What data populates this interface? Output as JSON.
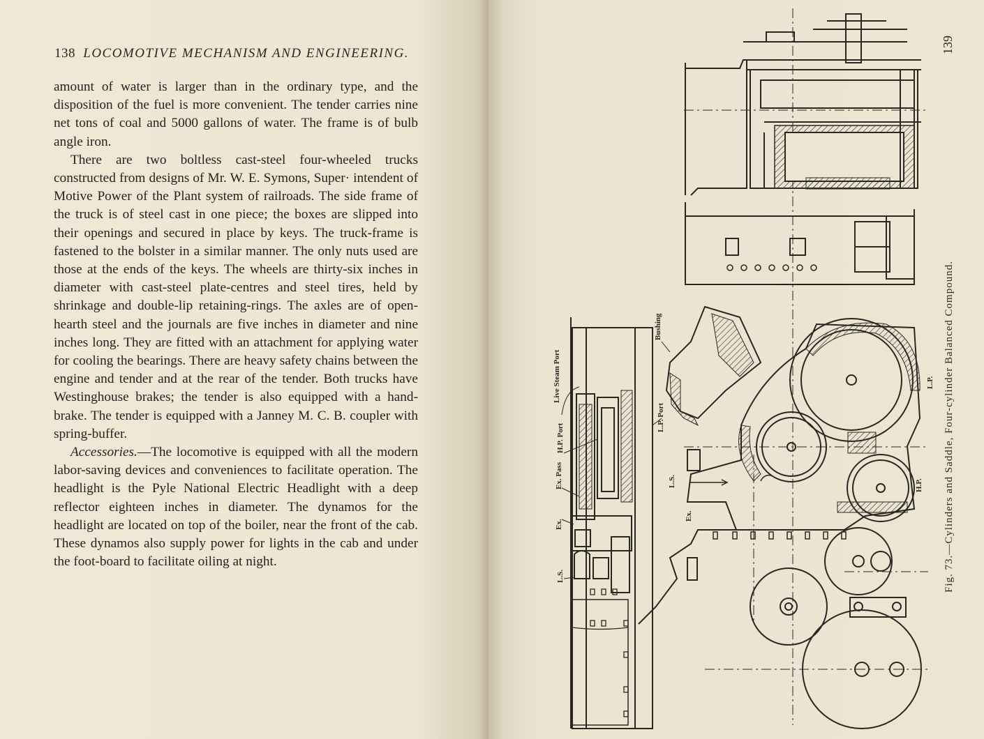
{
  "left_page": {
    "page_number": "138",
    "running_title": "LOCOMOTIVE MECHANISM AND ENGINEERING.",
    "paragraphs": [
      {
        "text": "amount of water is larger than in the ordinary type, and the disposition of the fuel is more convenient. The tender carries nine net tons of coal and 5000 gallons of water.   The frame is of bulb angle iron."
      },
      {
        "text": "There are two boltless cast-steel four-wheeled trucks constructed from designs of Mr. W. E. Symons, Super· intendent of Motive Power of the Plant system of railroads.   The side frame of the truck is of steel cast in one piece; the boxes are slipped into their openings and secured in place by keys.   The truck-frame is fastened to the bolster in a similar manner.   The only nuts used are those at the ends of the keys.   The wheels are thirty-six inches in diameter with cast-steel plate-centres and steel tires, held by shrinkage and double-lip retaining-rings.   The axles are of open-hearth steel and the journals are five inches in diameter and nine inches long.   They are fitted with an attachment for applying water for cooling the bearings. There are heavy safety chains between the engine and tender and at the rear of the tender.   Both trucks have Westinghouse brakes; the tender is also equipped with a hand-brake.   The tender is equipped with a Janney M. C. B. coupler with spring-buffer."
      },
      {
        "lead": "Accessories.",
        "text": "—The locomotive is equipped with all the modern labor-saving devices and conveniences to facilitate operation.   The headlight is the Pyle National Electric Headlight with a deep reflector eighteen inches in diameter.   The dynamos for the headlight are located on top of the boiler, near the front of the cab.   These dynamos also supply power for lights in the cab and under the foot-board to facilitate oiling at night."
      }
    ]
  },
  "right_page": {
    "page_number": "139",
    "caption": "Fig. 73.—Cylinders and Saddle, Four-cylinder Balanced Compound.",
    "drawing_labels": {
      "live_steam_port": "Live Steam Port",
      "bushing": "Bushing",
      "lp_port": "L.P. Port",
      "hp_port": "H.P. Port",
      "ex_pass": "Ex. Pass",
      "ex_1": "Ex.",
      "ls_1": "L.S.",
      "ls_2": "L.S.",
      "ex_2": "Ex.",
      "lp": "L.P.",
      "hp": "H.P."
    }
  },
  "colors": {
    "paper": "#ece5d2",
    "ink": "#262220",
    "line": "#2a2622"
  }
}
